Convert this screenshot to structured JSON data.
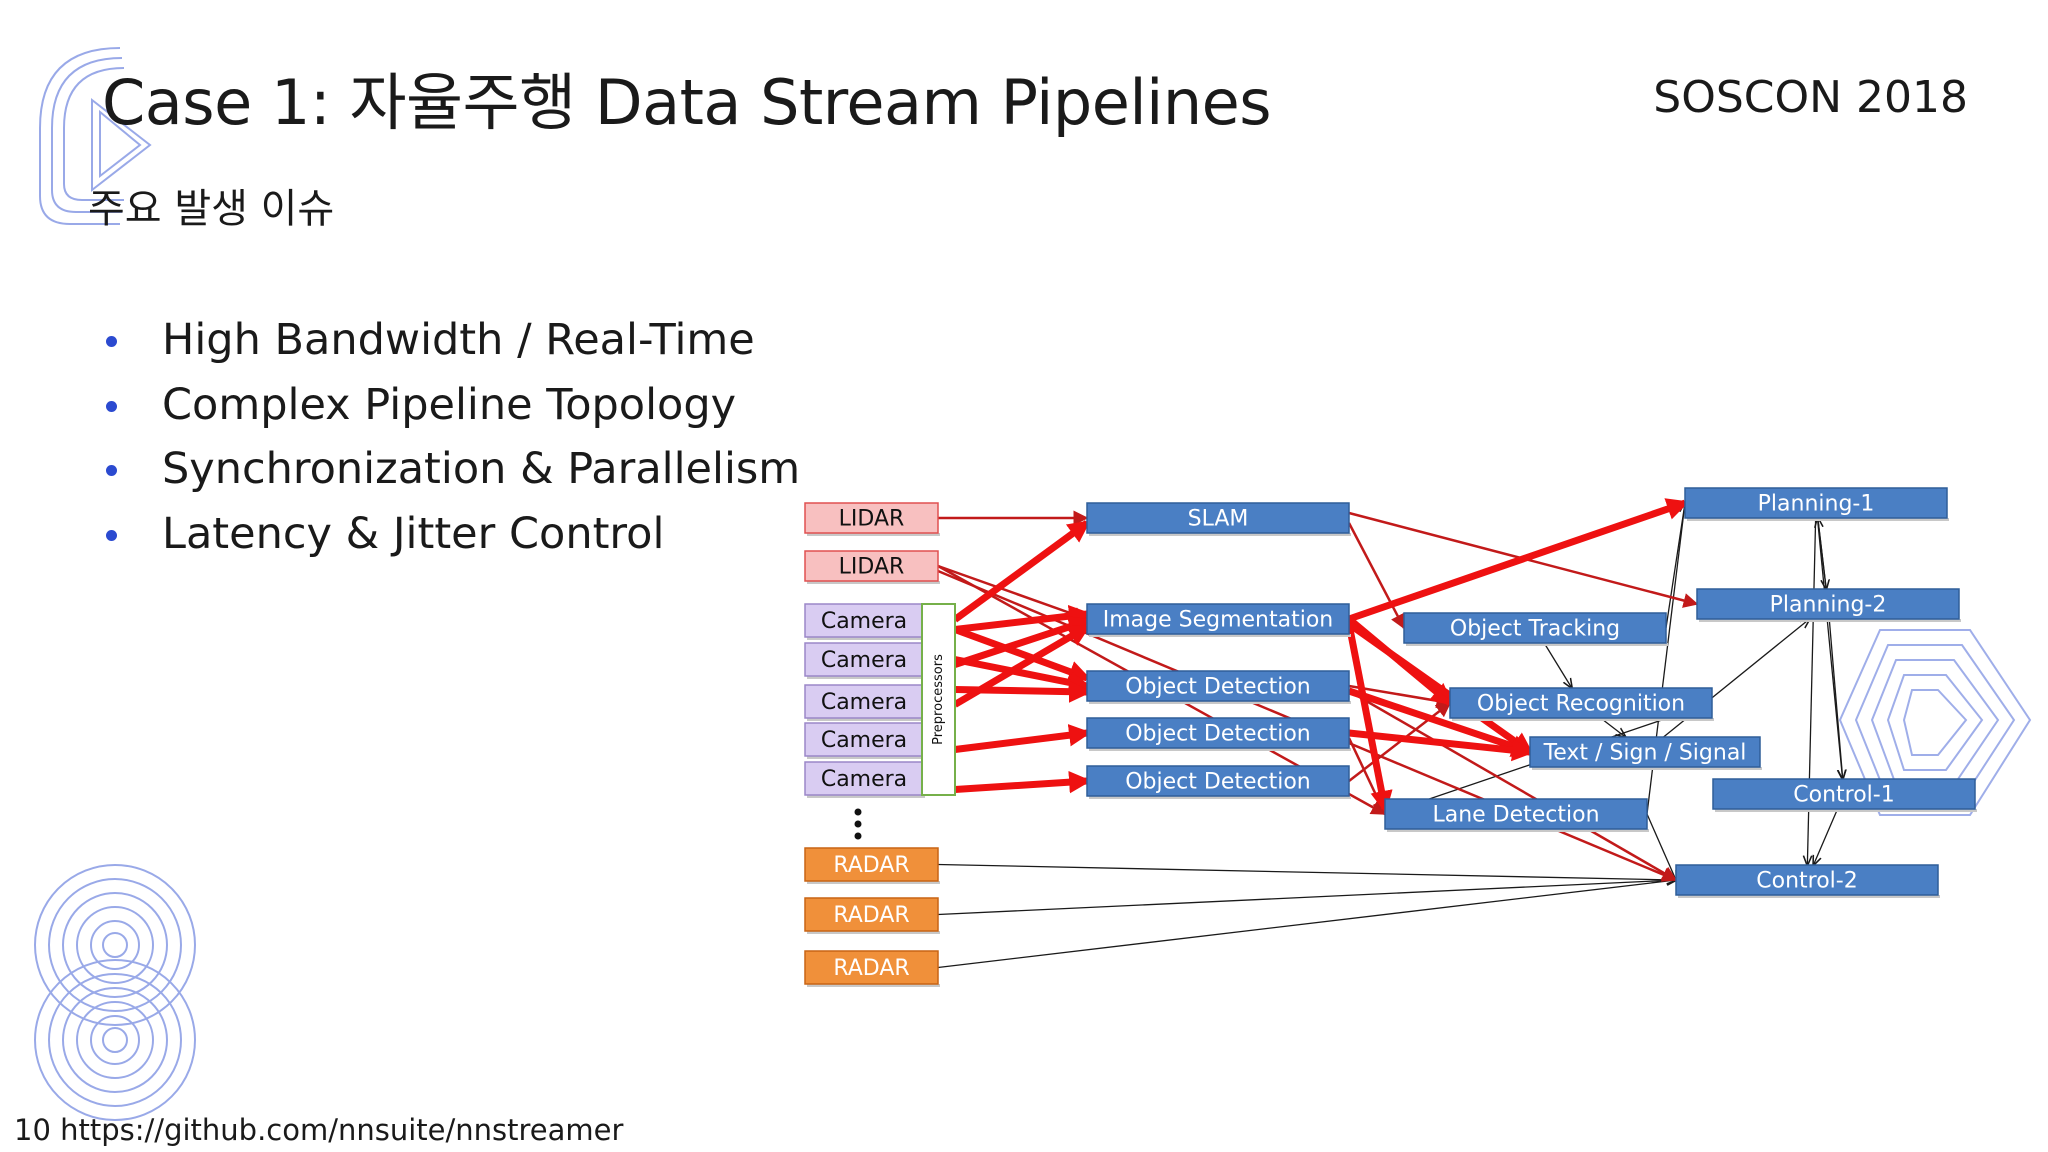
{
  "slide": {
    "title": "Case 1: 자율주행 Data Stream Pipelines",
    "event": "SOSCON 2018",
    "subtitle": "주요 발생 이슈",
    "bullets": [
      "High Bandwidth / Real-Time",
      "Complex Pipeline Topology",
      "Synchronization & Parallelism",
      "Latency & Jitter Control"
    ],
    "footer": "10 https://github.com/nnsuite/nnstreamer"
  },
  "colors": {
    "lidar_fill": "#f8c0c0",
    "lidar_border": "#e05050",
    "camera_fill": "#d9ccf2",
    "camera_border": "#9b87c8",
    "radar_fill": "#f0903a",
    "radar_border": "#c86414",
    "process_fill": "#4a7fc4",
    "process_border": "#2f5e99",
    "heavy_edge": "#ee1111",
    "medium_edge": "#c21a1a",
    "thin_edge": "#1a1a1a",
    "bullet": "#2b4ad0",
    "logo_outline": "#8fa0e6"
  },
  "diagram": {
    "nodes": [
      {
        "id": "lidar1",
        "label": "LIDAR",
        "kind": "lidar"
      },
      {
        "id": "lidar2",
        "label": "LIDAR",
        "kind": "lidar"
      },
      {
        "id": "cam1",
        "label": "Camera",
        "kind": "camera"
      },
      {
        "id": "cam2",
        "label": "Camera",
        "kind": "camera"
      },
      {
        "id": "cam3",
        "label": "Camera",
        "kind": "camera"
      },
      {
        "id": "cam4",
        "label": "Camera",
        "kind": "camera"
      },
      {
        "id": "cam5",
        "label": "Camera",
        "kind": "camera"
      },
      {
        "id": "pre",
        "label": "Preprocessors",
        "kind": "preprocessor"
      },
      {
        "id": "radar1",
        "label": "RADAR",
        "kind": "radar"
      },
      {
        "id": "radar2",
        "label": "RADAR",
        "kind": "radar"
      },
      {
        "id": "radar3",
        "label": "RADAR",
        "kind": "radar"
      },
      {
        "id": "slam",
        "label": "SLAM",
        "kind": "process"
      },
      {
        "id": "imgseg",
        "label": "Image Segmentation",
        "kind": "process"
      },
      {
        "id": "od1",
        "label": "Object Detection",
        "kind": "process"
      },
      {
        "id": "od2",
        "label": "Object Detection",
        "kind": "process"
      },
      {
        "id": "od3",
        "label": "Object Detection",
        "kind": "process"
      },
      {
        "id": "track",
        "label": "Object Tracking",
        "kind": "process"
      },
      {
        "id": "recog",
        "label": "Object Recognition",
        "kind": "process"
      },
      {
        "id": "tss",
        "label": "Text / Sign / Signal",
        "kind": "process"
      },
      {
        "id": "lane",
        "label": "Lane Detection",
        "kind": "process"
      },
      {
        "id": "plan1",
        "label": "Planning-1",
        "kind": "process"
      },
      {
        "id": "plan2",
        "label": "Planning-2",
        "kind": "process"
      },
      {
        "id": "ctrl1",
        "label": "Control-1",
        "kind": "process"
      },
      {
        "id": "ctrl2",
        "label": "Control-2",
        "kind": "process"
      }
    ],
    "edges": [
      {
        "from": "lidar1",
        "to": "slam",
        "weight": "medium"
      },
      {
        "from": "lidar2",
        "to": "imgseg",
        "weight": "medium"
      },
      {
        "from": "lidar2",
        "to": "lane",
        "weight": "medium"
      },
      {
        "from": "pre",
        "to": "slam",
        "weight": "heavy"
      },
      {
        "from": "pre",
        "to": "imgseg",
        "weight": "heavy"
      },
      {
        "from": "pre",
        "to": "imgseg",
        "weight": "heavy"
      },
      {
        "from": "pre",
        "to": "imgseg",
        "weight": "heavy"
      },
      {
        "from": "pre",
        "to": "od1",
        "weight": "heavy"
      },
      {
        "from": "pre",
        "to": "od1",
        "weight": "heavy"
      },
      {
        "from": "pre",
        "to": "od1",
        "weight": "heavy"
      },
      {
        "from": "pre",
        "to": "od2",
        "weight": "heavy"
      },
      {
        "from": "pre",
        "to": "od3",
        "weight": "heavy"
      },
      {
        "from": "slam",
        "to": "plan2",
        "weight": "medium"
      },
      {
        "from": "slam",
        "to": "track",
        "weight": "medium"
      },
      {
        "from": "imgseg",
        "to": "plan1",
        "weight": "heavy"
      },
      {
        "from": "imgseg",
        "to": "recog",
        "weight": "heavy"
      },
      {
        "from": "imgseg",
        "to": "tss",
        "weight": "heavy"
      },
      {
        "from": "imgseg",
        "to": "lane",
        "weight": "heavy"
      },
      {
        "from": "od1",
        "to": "recog",
        "weight": "medium"
      },
      {
        "from": "od1",
        "to": "tss",
        "weight": "heavy"
      },
      {
        "from": "od1",
        "to": "ctrl2",
        "weight": "medium"
      },
      {
        "from": "od2",
        "to": "tss",
        "weight": "heavy"
      },
      {
        "from": "od2",
        "to": "lane",
        "weight": "medium"
      },
      {
        "from": "od3",
        "to": "recog",
        "weight": "medium"
      },
      {
        "from": "lidar2",
        "to": "ctrl2",
        "weight": "medium"
      },
      {
        "from": "track",
        "to": "plan1",
        "weight": "thin"
      },
      {
        "from": "track",
        "to": "recog",
        "weight": "thin"
      },
      {
        "from": "recog",
        "to": "tss",
        "weight": "thin"
      },
      {
        "from": "recog",
        "to": "lane",
        "weight": "thin"
      },
      {
        "from": "tss",
        "to": "plan2",
        "weight": "thin"
      },
      {
        "from": "lane",
        "to": "plan1",
        "weight": "thin"
      },
      {
        "from": "lane",
        "to": "ctrl2",
        "weight": "thin"
      },
      {
        "from": "plan1",
        "to": "plan2",
        "weight": "thin"
      },
      {
        "from": "plan1",
        "to": "ctrl1",
        "weight": "thin"
      },
      {
        "from": "plan1",
        "to": "ctrl2",
        "weight": "thin"
      },
      {
        "from": "plan2",
        "to": "plan1",
        "weight": "thin"
      },
      {
        "from": "plan2",
        "to": "ctrl1",
        "weight": "thin"
      },
      {
        "from": "ctrl1",
        "to": "ctrl2",
        "weight": "thin"
      },
      {
        "from": "radar1",
        "to": "ctrl2",
        "weight": "thin"
      },
      {
        "from": "radar2",
        "to": "ctrl2",
        "weight": "thin"
      },
      {
        "from": "radar3",
        "to": "ctrl2",
        "weight": "thin"
      }
    ]
  }
}
